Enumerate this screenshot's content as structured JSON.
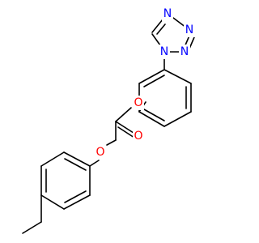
{
  "molecule": {
    "atoms": {
      "tetrazole_n1": {
        "symbol": "N",
        "color": "#0000ff"
      },
      "tetrazole_n2": {
        "symbol": "N",
        "color": "#0000ff"
      },
      "tetrazole_n3": {
        "symbol": "N",
        "color": "#0000ff"
      },
      "tetrazole_n4": {
        "symbol": "N",
        "color": "#0000ff"
      },
      "ester_o": {
        "symbol": "O",
        "color": "#ff0000"
      },
      "carbonyl_o": {
        "symbol": "O",
        "color": "#ff0000"
      },
      "ether_o": {
        "symbol": "O",
        "color": "#ff0000"
      }
    },
    "bond_color": "#000000"
  }
}
